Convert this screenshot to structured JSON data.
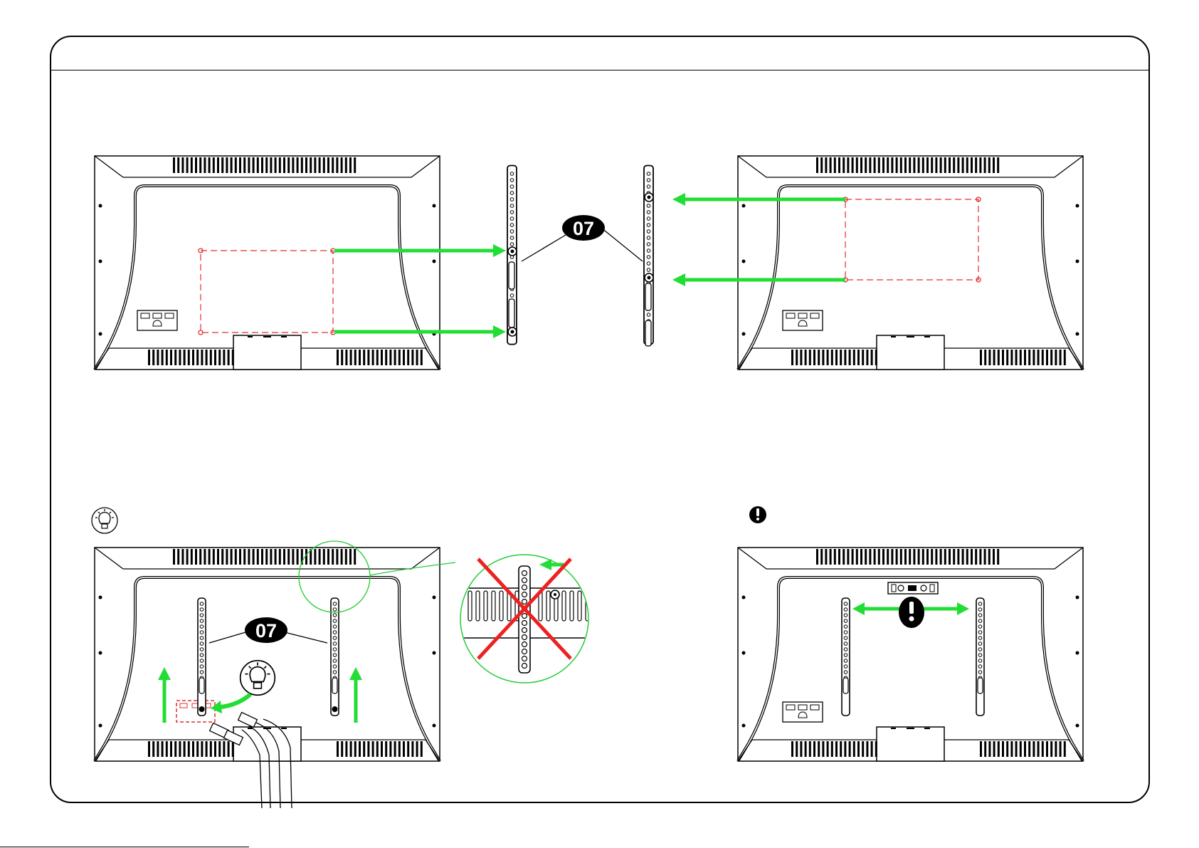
{
  "callout": {
    "part_number": "07"
  },
  "colors": {
    "arrow": "#22dd33",
    "dashed_pattern": "#e03030",
    "forbidden_x": "#ee2020",
    "zoom_circle": "#22cc33",
    "line": "#000000",
    "callout_fill": "#000000",
    "callout_text": "#ffffff"
  },
  "icons": {
    "tip": "lightbulb-icon",
    "warning": "exclamation-icon",
    "forbidden": "red-x-icon"
  },
  "panels": {
    "top_left": {
      "name": "tv-back-lower-pattern"
    },
    "top_right": {
      "name": "tv-back-upper-pattern"
    },
    "bottom_left": {
      "name": "tv-back-brackets-attached-tip"
    },
    "bottom_right": {
      "name": "tv-back-brackets-level-check"
    }
  }
}
